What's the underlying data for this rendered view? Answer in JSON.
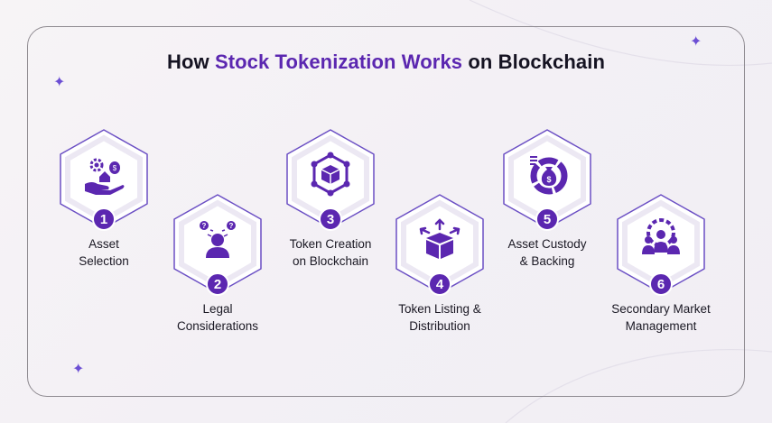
{
  "title": {
    "prefix": "How",
    "accent": "Stock Tokenization Works",
    "suffix": "on Blockchain"
  },
  "colors": {
    "accent": "#5b27b0",
    "hex_border": "#6b4fc4",
    "text": "#151322"
  },
  "steps": [
    {
      "number": "1",
      "line1": "Asset",
      "line2": "Selection",
      "icon": "hand-money-gear-icon"
    },
    {
      "number": "2",
      "line1": "Legal",
      "line2": "Considerations",
      "icon": "person-questions-icon"
    },
    {
      "number": "3",
      "line1": "Token Creation",
      "line2": "on Blockchain",
      "icon": "blockchain-cube-icon"
    },
    {
      "number": "4",
      "line1": "Token Listing &",
      "line2": "Distribution",
      "icon": "box-distribution-icon"
    },
    {
      "number": "5",
      "line1": "Asset Custody",
      "line2": "& Backing",
      "icon": "money-bag-chart-icon"
    },
    {
      "number": "6",
      "line1": "Secondary Market",
      "line2": "Management",
      "icon": "people-gear-icon"
    }
  ]
}
